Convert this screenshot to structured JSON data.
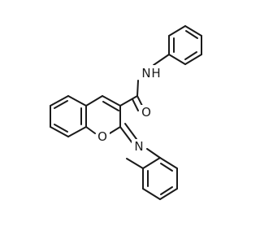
{
  "molecule": {
    "atom_labels": {
      "amide_n": "N",
      "amide_h": "H",
      "carbonyl_o": "O",
      "ring_o": "O",
      "imine_n": "N"
    },
    "colors": {
      "bond": "#1a1a1a",
      "oxygen": "#d11a1a",
      "nitrogen": "#2222cc",
      "background": "#ffffff"
    }
  }
}
